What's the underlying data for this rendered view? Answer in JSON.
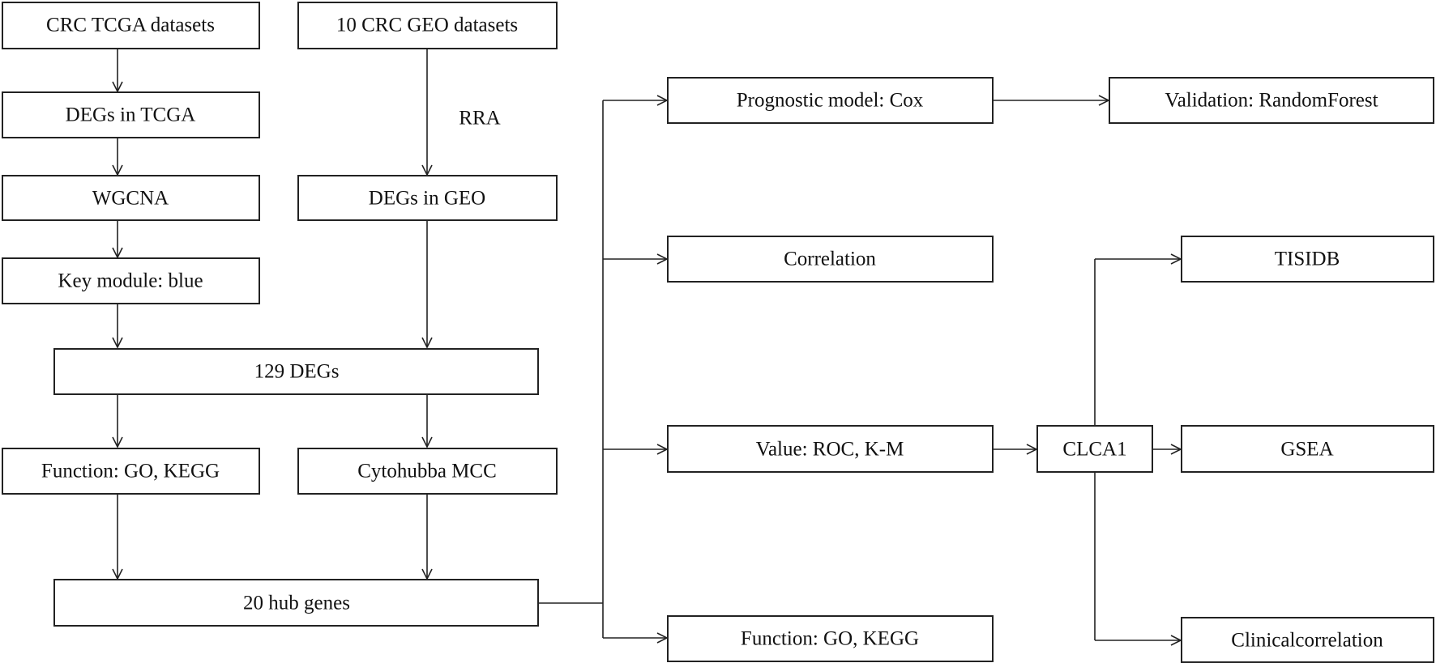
{
  "nodes": {
    "tcga_datasets": "CRC TCGA datasets",
    "geo_datasets": "10 CRC GEO datasets",
    "degs_tcga": "DEGs in TCGA",
    "wgcna": "WGCNA",
    "degs_geo": "DEGs in GEO",
    "key_module": "Key module: blue",
    "degs_129": "129 DEGs",
    "function_go_kegg_1": "Function: GO, KEGG",
    "cytohubba": "Cytohubba MCC",
    "hub_genes": "20 hub genes",
    "prognostic_model": "Prognostic model: Cox",
    "validation": "Validation: RandomForest",
    "correlation": "Correlation",
    "value_roc": "Value: ROC,  K-M",
    "clca1": "CLCA1",
    "function_go_kegg_2": "Function: GO, KEGG",
    "tisidb": "TISIDB",
    "gsea": "GSEA",
    "clinical_correlation": "Clinicalcorrelation"
  },
  "edge_labels": {
    "rra": "RRA"
  }
}
